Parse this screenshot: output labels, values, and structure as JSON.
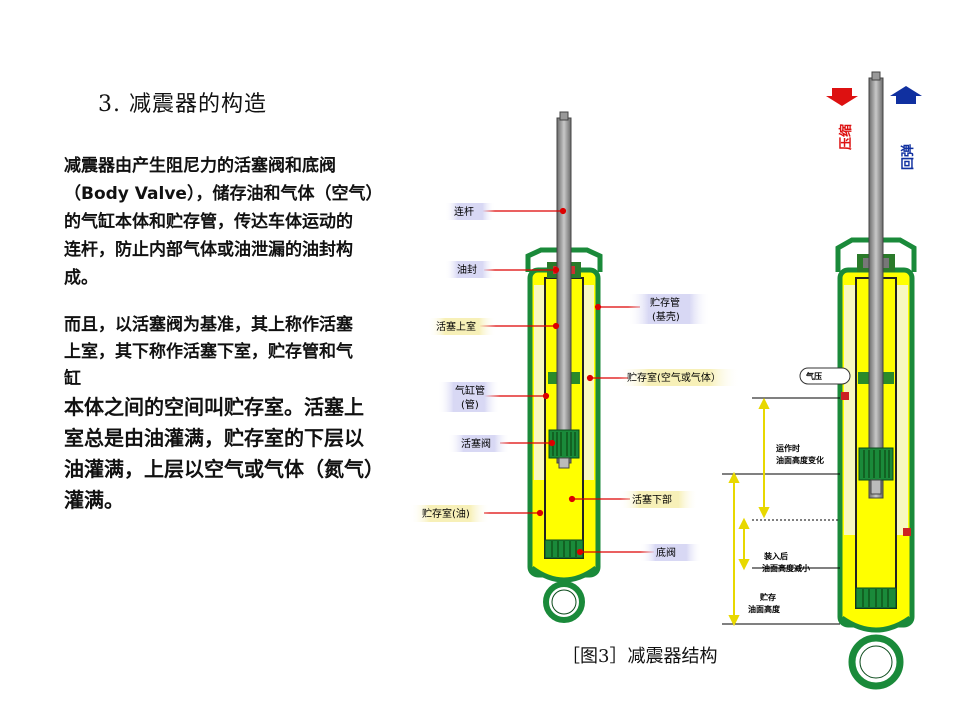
{
  "slide": {
    "title": "3. 减震器的构造",
    "paragraph1": [
      "减震器由产生阻尼力的活塞阀和底阀",
      "（Body Valve），储存油和气体（空气）",
      "的气缸本体和贮存管，传达车体运动的",
      "连杆，防止内部气体或油泄漏的油封构",
      "成。"
    ],
    "paragraph2": [
      "而且，以活塞阀为基准，其上称作活塞",
      "上室，其下称作活塞下室，贮存管和气",
      "缸"
    ],
    "paragraph3": [
      "本体之间的空间叫贮存室。活塞上",
      "室总是由油灌满，贮存室的下层以",
      "油灌满，上层以空气或气体（氮气）",
      "灌满。"
    ],
    "caption": "［图3］减震器结构"
  },
  "diagram_left": {
    "labels": {
      "rod": "连杆",
      "oil_seal": "油封",
      "reservoir_tube_1": "贮存管",
      "reservoir_tube_2": "(基壳)",
      "upper_chamber": "活塞上室",
      "reservoir_gas": "贮存室(空气或气体）",
      "cylinder_1": "气缸管",
      "cylinder_2": "(管)",
      "piston_valve": "活塞阀",
      "lower_chamber": "活塞下部",
      "reservoir_oil": "贮存室(油)",
      "base_valve": "底阀"
    }
  },
  "diagram_right": {
    "labels": {
      "compress": "压缩",
      "rebound": "回弹",
      "gas_pressure": "气压",
      "op_1": "运作时",
      "op_2": "油面高度变化",
      "fill_1": "装入后",
      "fill_2": "油面高度减小",
      "res_1": "贮存",
      "res_2": "油面高度"
    },
    "colors": {
      "compress": "#dd1111",
      "rebound": "#1030a0"
    }
  },
  "colors": {
    "oil": "#ffff00",
    "shell_green": "#1a8a3a",
    "rod_gray": "#8a8a8a",
    "leader_red": "#dd0000",
    "gas": "#ffffff"
  }
}
